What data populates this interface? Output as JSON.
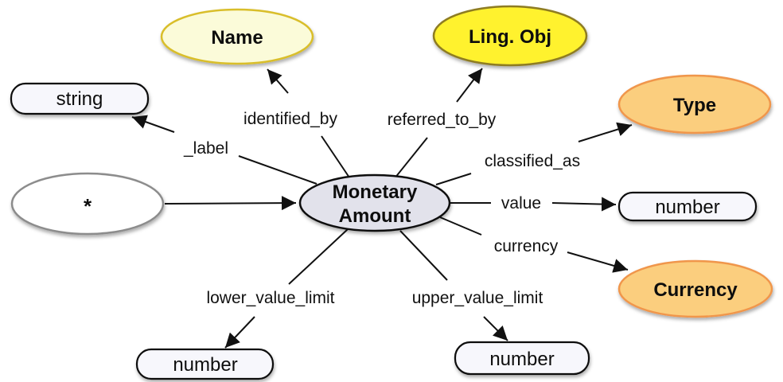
{
  "colors": {
    "edge": "#111111",
    "name_fill": "#FBFBD9",
    "name_border": "#D9BE2B",
    "ling_obj_fill": "#FFF22F",
    "ling_obj_border": "#8E7C20",
    "orange_fill": "#FBCE7E",
    "orange_border": "#F0964B",
    "center_fill": "#E2E2EB",
    "center_border": "#111111",
    "box_fill": "#F7F7FC",
    "box_border": "#111111",
    "star_fill": "#FFFFFF",
    "star_border": "#8C8C8C"
  },
  "nodes": {
    "monetary_amount": {
      "label_line1": "Monetary",
      "label_line2": "Amount"
    },
    "name": {
      "label": "Name"
    },
    "ling_obj": {
      "label": "Ling. Obj"
    },
    "type": {
      "label": "Type"
    },
    "currency": {
      "label": "Currency"
    },
    "star": {
      "label": "*"
    },
    "string": {
      "label": "string"
    },
    "number_value": {
      "label": "number"
    },
    "number_lower": {
      "label": "number"
    },
    "number_upper": {
      "label": "number"
    }
  },
  "edges": [
    {
      "label": "_label",
      "from": "monetary_amount",
      "to": "string"
    },
    {
      "label": "identified_by",
      "from": "monetary_amount",
      "to": "name"
    },
    {
      "label": "referred_to_by",
      "from": "monetary_amount",
      "to": "ling_obj"
    },
    {
      "label": "classified_as",
      "from": "monetary_amount",
      "to": "type"
    },
    {
      "label": "value",
      "from": "monetary_amount",
      "to": "number_value"
    },
    {
      "label": "currency",
      "from": "monetary_amount",
      "to": "currency"
    },
    {
      "label": "lower_value_limit",
      "from": "monetary_amount",
      "to": "number_lower"
    },
    {
      "label": "upper_value_limit",
      "from": "monetary_amount",
      "to": "number_upper"
    },
    {
      "from": "star",
      "to": "monetary_amount"
    }
  ]
}
